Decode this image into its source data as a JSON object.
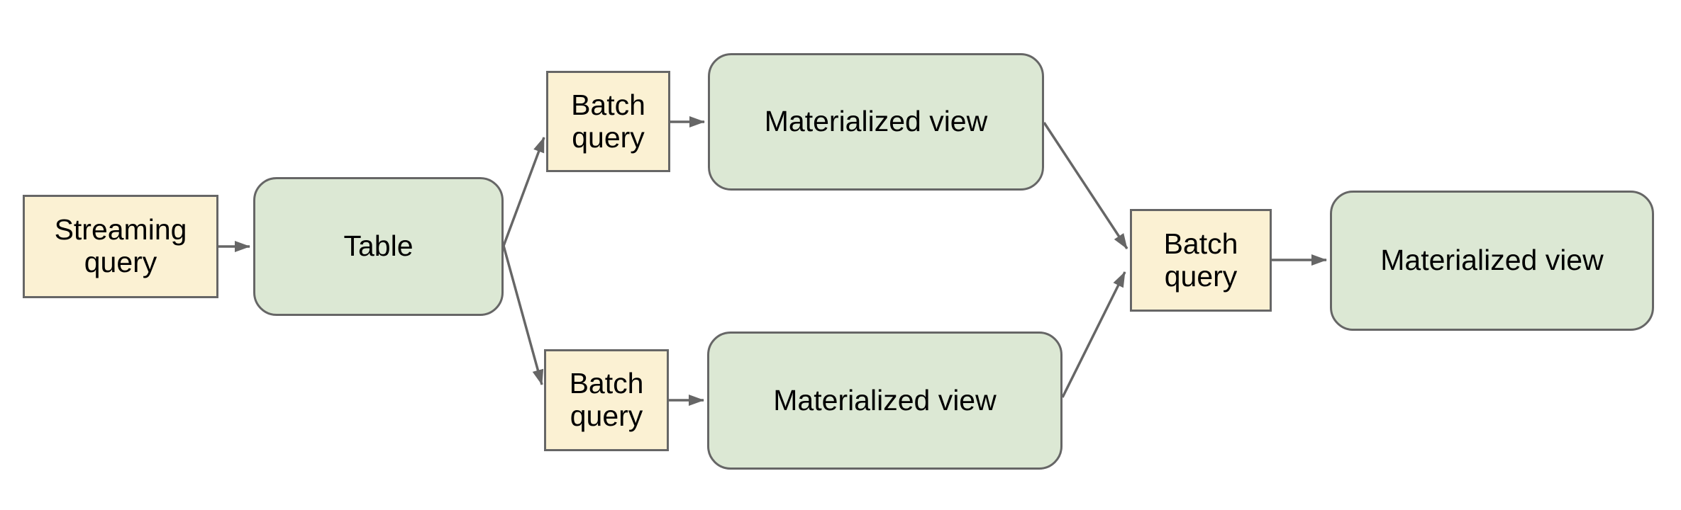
{
  "diagram": {
    "nodes": [
      {
        "id": "streaming-query",
        "label": "Streaming query",
        "type": "query"
      },
      {
        "id": "table",
        "label": "Table",
        "type": "view"
      },
      {
        "id": "batch-query-top",
        "label": "Batch query",
        "type": "query"
      },
      {
        "id": "materialized-view-top",
        "label": "Materialized view",
        "type": "view"
      },
      {
        "id": "batch-query-bottom",
        "label": "Batch query",
        "type": "query"
      },
      {
        "id": "materialized-view-bottom",
        "label": "Materialized view",
        "type": "view"
      },
      {
        "id": "batch-query-final",
        "label": "Batch query",
        "type": "query"
      },
      {
        "id": "materialized-view-final",
        "label": "Materialized view",
        "type": "view"
      }
    ],
    "edges": [
      {
        "from": "streaming-query",
        "to": "table"
      },
      {
        "from": "table",
        "to": "batch-query-top"
      },
      {
        "from": "table",
        "to": "batch-query-bottom"
      },
      {
        "from": "batch-query-top",
        "to": "materialized-view-top"
      },
      {
        "from": "batch-query-bottom",
        "to": "materialized-view-bottom"
      },
      {
        "from": "materialized-view-top",
        "to": "batch-query-final"
      },
      {
        "from": "materialized-view-bottom",
        "to": "batch-query-final"
      },
      {
        "from": "batch-query-final",
        "to": "materialized-view-final"
      }
    ],
    "colors": {
      "query_fill": "#FBF1D3",
      "view_fill": "#DCE8D4",
      "border": "#666666",
      "arrow": "#666666",
      "text": "#000000",
      "background": "#FFFFFF"
    }
  }
}
